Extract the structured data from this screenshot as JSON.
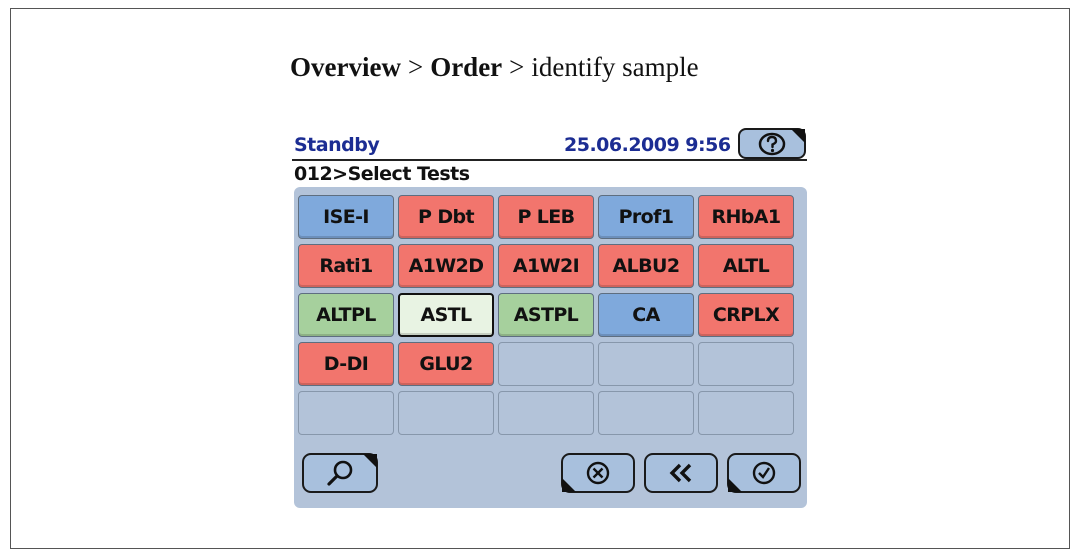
{
  "caption": {
    "crumbs": [
      "Overview",
      "Order",
      "identify sample"
    ],
    "separator": ">"
  },
  "status_bar": {
    "status": "Standby",
    "datetime": "25.06.2009 9:56",
    "help_icon": "question-circle-icon"
  },
  "screen_title": "012>Select Tests",
  "tests": {
    "row1": [
      {
        "label": "ISE-I",
        "color": "blue"
      },
      {
        "label": "P Dbt",
        "color": "red"
      },
      {
        "label": "P LEB",
        "color": "red"
      },
      {
        "label": "Prof1",
        "color": "blue"
      },
      {
        "label": "RHbA1",
        "color": "red"
      }
    ],
    "row2": [
      {
        "label": "Rati1",
        "color": "red"
      },
      {
        "label": "A1W2D",
        "color": "red"
      },
      {
        "label": "A1W2I",
        "color": "red"
      },
      {
        "label": "ALBU2",
        "color": "red"
      },
      {
        "label": "ALTL",
        "color": "red"
      }
    ],
    "row3": [
      {
        "label": "ALTPL",
        "color": "green"
      },
      {
        "label": "ASTL",
        "color": "selected"
      },
      {
        "label": "ASTPL",
        "color": "green"
      },
      {
        "label": "CA",
        "color": "blue"
      },
      {
        "label": "CRPLX",
        "color": "red"
      }
    ],
    "row4": [
      {
        "label": "D-DI",
        "color": "red"
      },
      {
        "label": "GLU2",
        "color": "red"
      }
    ]
  },
  "toolbar": {
    "search_icon": "magnifier-icon",
    "cancel_icon": "circle-x-icon",
    "back_icon": "double-chevron-left-icon",
    "ok_icon": "circle-check-icon"
  },
  "colors": {
    "blue": "#7fa9dc",
    "red": "#f2756d",
    "green": "#a6d09d",
    "selected": "#e8f3e3",
    "panel": "#b3c3d9",
    "status_text": "#1c2d93"
  }
}
